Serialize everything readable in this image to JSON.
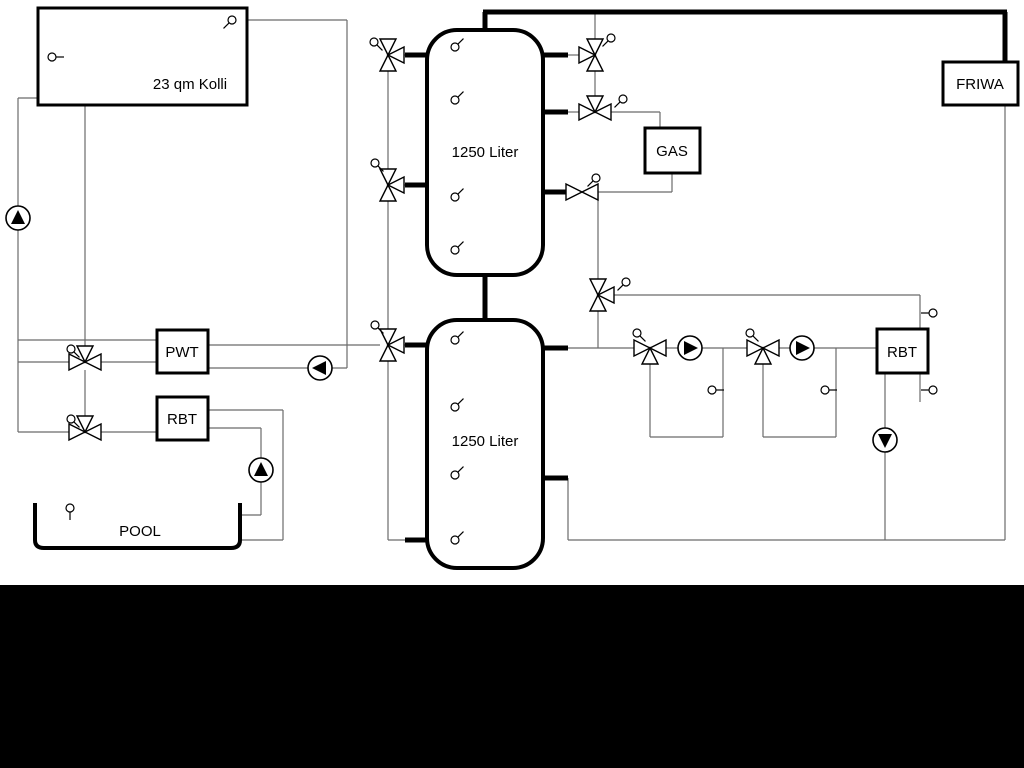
{
  "labels": {
    "collector": "23 qm Kolli",
    "tank_top": "1250 Liter",
    "tank_bottom": "1250 Liter",
    "gas": "GAS",
    "friwa": "FRIWA",
    "pwt": "PWT",
    "rbt_left": "RBT",
    "rbt_right": "RBT",
    "pool": "POOL"
  },
  "icons": {
    "pump-icon": "circle with solid triangle showing flow direction",
    "three-way-valve-icon": "bowtie triangles with small actuator circle",
    "sensor-icon": "small circle with stem attached to pipe or vessel"
  },
  "colors": {
    "canvas": "#ffffff",
    "letterbox": "#000000",
    "pipe_and_border": "#000000",
    "diagram_line": "#6b6b6b"
  }
}
